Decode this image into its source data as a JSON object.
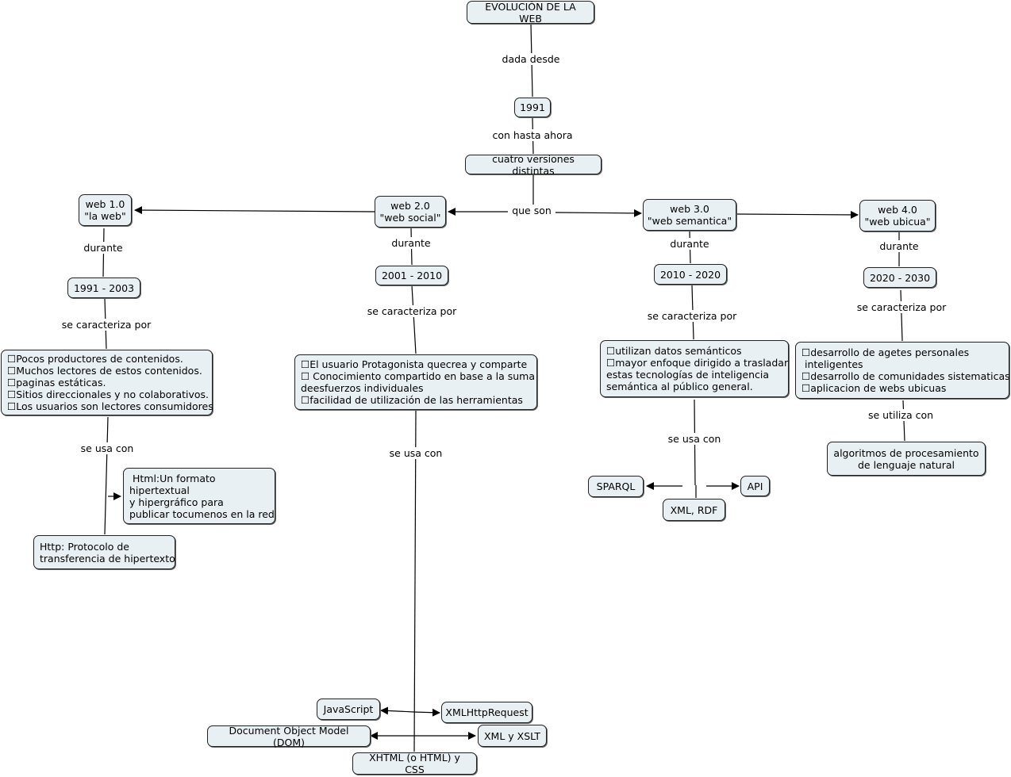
{
  "nodes": {
    "root": "EVOLUCIÓN DE LA WEB",
    "year_1991": "1991",
    "four_versions": "cuatro versiones distintas",
    "web1": [
      "web 1.0",
      "\"la web\""
    ],
    "web2": [
      "web 2.0",
      "\"web social\""
    ],
    "web3": [
      "web 3.0",
      "\"web semantica\""
    ],
    "web4": [
      "web 4.0",
      "\"web ubicua\""
    ],
    "period1": "1991 - 2003",
    "period2": "2001 - 2010",
    "period3": "2010 - 2020",
    "period4": "2020 - 2030",
    "traits1": [
      "☐Pocos productores de contenidos.",
      "☐Muchos lectores de estos contenidos.",
      "☐paginas estáticas.",
      "☐Sitios direccionales y no colaborativos.",
      "☐Los usuarios son lectores consumidores"
    ],
    "traits2": [
      "☐El usuario Protagonista quecrea y comparte",
      "☐ Conocimiento compartido en base a la suma",
      "deesfuerzos individuales",
      "☐facilidad de utilización de las herramientas"
    ],
    "traits3": [
      "☐utilizan datos semánticos",
      "☐mayor enfoque dirigido a trasladar",
      "estas tecnologías de inteligencia",
      "semántica al público general."
    ],
    "traits4": [
      "☐desarrollo de agetes personales",
      " inteligentes",
      "☐desarrollo de comunidades sistematicas",
      "☐aplicacion de webs ubicuas"
    ],
    "html": [
      " Html:Un formato",
      "hipertextual",
      "y hipergráfico para",
      "publicar tocumenos en la red"
    ],
    "http": [
      "Http: Protocolo de",
      "transferencia de hipertexto"
    ],
    "sparql": "SPARQL",
    "api": "API",
    "xml_rdf": "XML, RDF",
    "nlp": [
      "algoritmos de procesamiento",
      "de lenguaje natural"
    ],
    "javascript": "JavaScript",
    "xmlhttprequest": "XMLHttpRequest",
    "dom": "Document Object Model (DOM)",
    "xml_xslt": "XML y XSLT",
    "xhtml_css": "XHTML (o HTML) y CSS"
  },
  "links": {
    "dada_desde": "dada desde",
    "con_hasta_ahora": "con hasta ahora",
    "que_son": "que son",
    "durante": "durante",
    "se_caracteriza_por": "se caracteriza por",
    "se_usa_con": "se usa con",
    "se_utiliza_con": "se utiliza con"
  },
  "colors": {
    "node_fill": "#e9f0f3",
    "node_border": "#222222",
    "line": "#000000"
  }
}
